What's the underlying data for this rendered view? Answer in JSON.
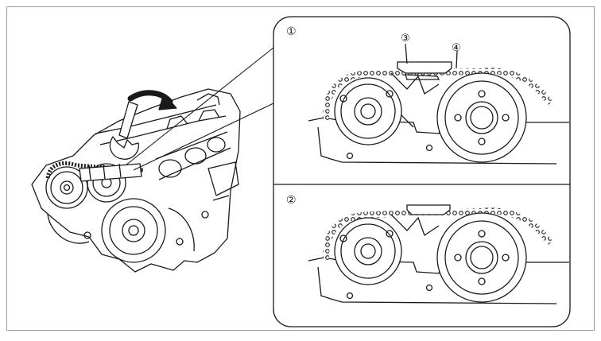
{
  "figure": {
    "detail_panel": {
      "step_labels": [
        "①",
        "②"
      ],
      "callouts": [
        "③",
        "④"
      ]
    },
    "colors": {
      "line": "#1a1a1a",
      "frame": "#9a9a9a",
      "background": "#ffffff"
    }
  }
}
